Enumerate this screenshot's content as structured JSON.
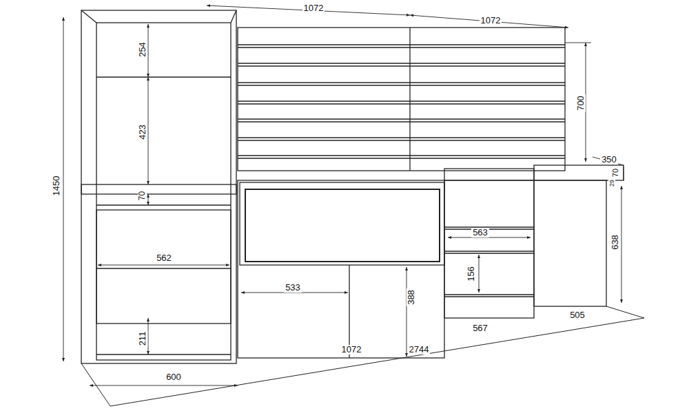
{
  "diagram": {
    "labels": [
      "1072",
      "1072",
      "254",
      "700",
      "423",
      "350",
      "70",
      "29",
      "1450",
      "70",
      "563",
      "562",
      "638",
      "156",
      "533",
      "388",
      "211",
      "1072",
      "2744",
      "567",
      "505",
      "600"
    ]
  }
}
